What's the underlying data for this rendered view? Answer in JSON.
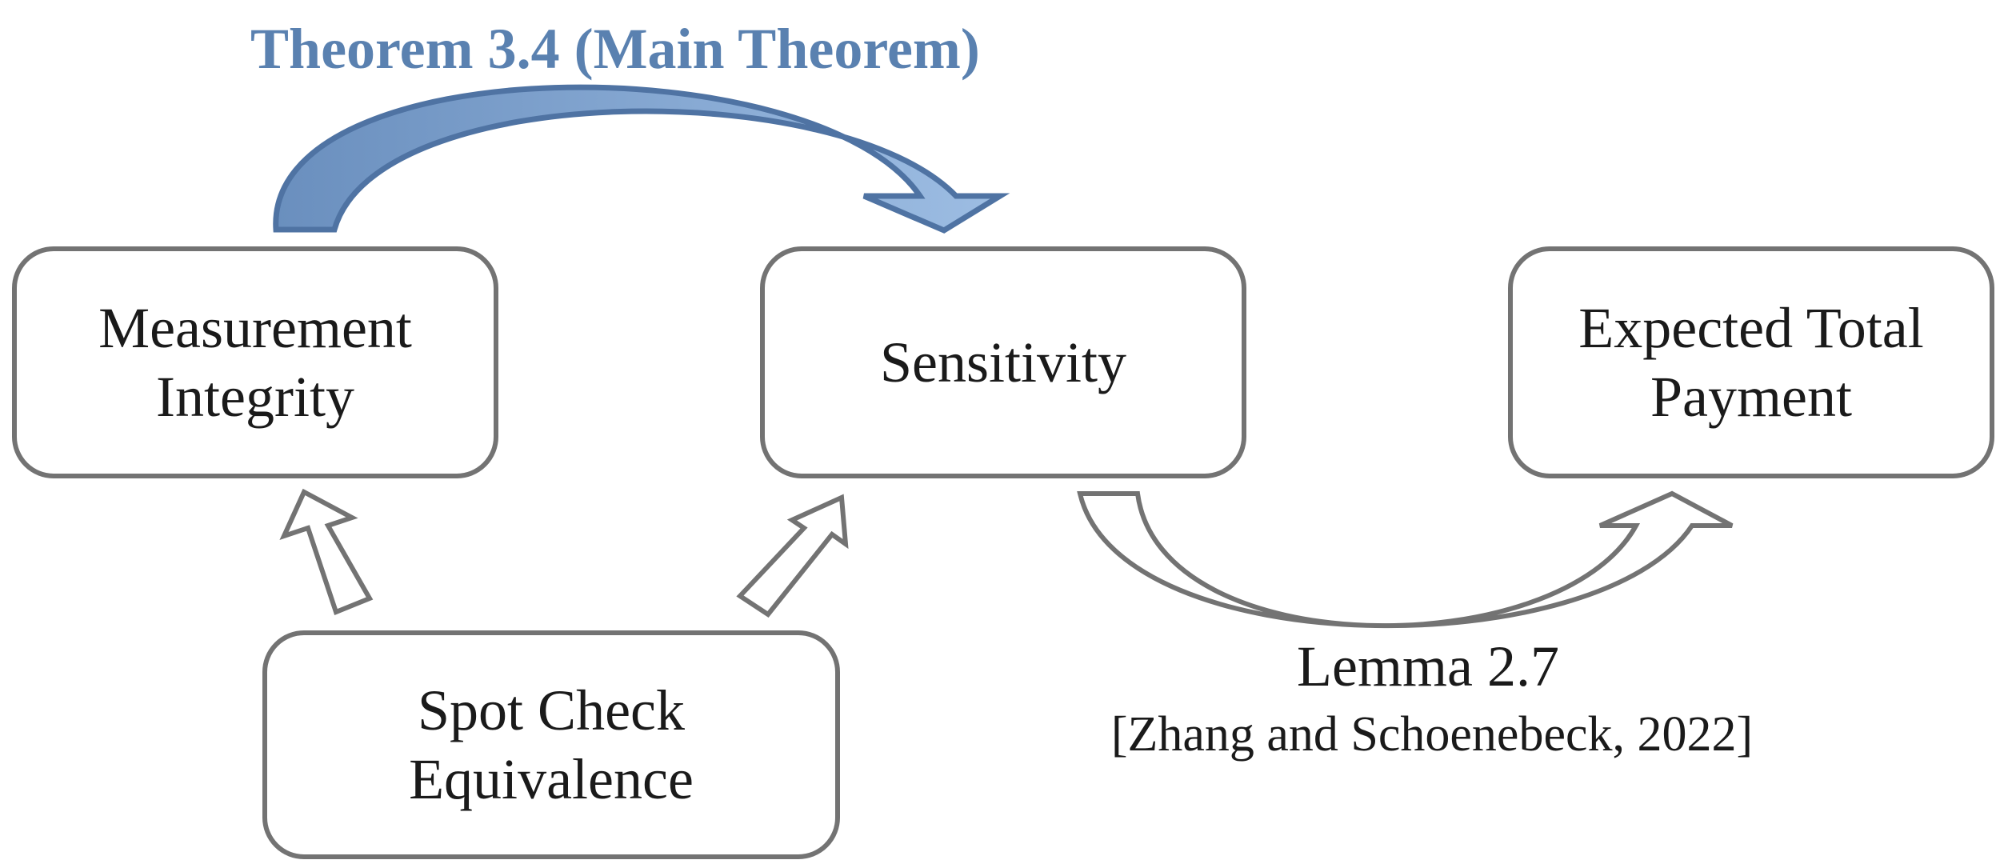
{
  "nodes": {
    "measurement_integrity": "Measurement\nIntegrity",
    "sensitivity": "Sensitivity",
    "expected_total_payment": "Expected Total\nPayment",
    "spot_check_equivalence": "Spot Check\nEquivalence"
  },
  "edges": {
    "main_theorem": {
      "label": "Theorem 3.4 (Main Theorem)",
      "color": "#5a81b0"
    },
    "lemma": {
      "label": "Lemma 2.7",
      "citation": "[Zhang and Schoenebeck, 2022]"
    }
  },
  "colors": {
    "box_border": "#737373",
    "arrow_outline": "#737373",
    "main_arrow_fill": "#8aaed8",
    "main_arrow_stroke": "#4f73a3"
  }
}
